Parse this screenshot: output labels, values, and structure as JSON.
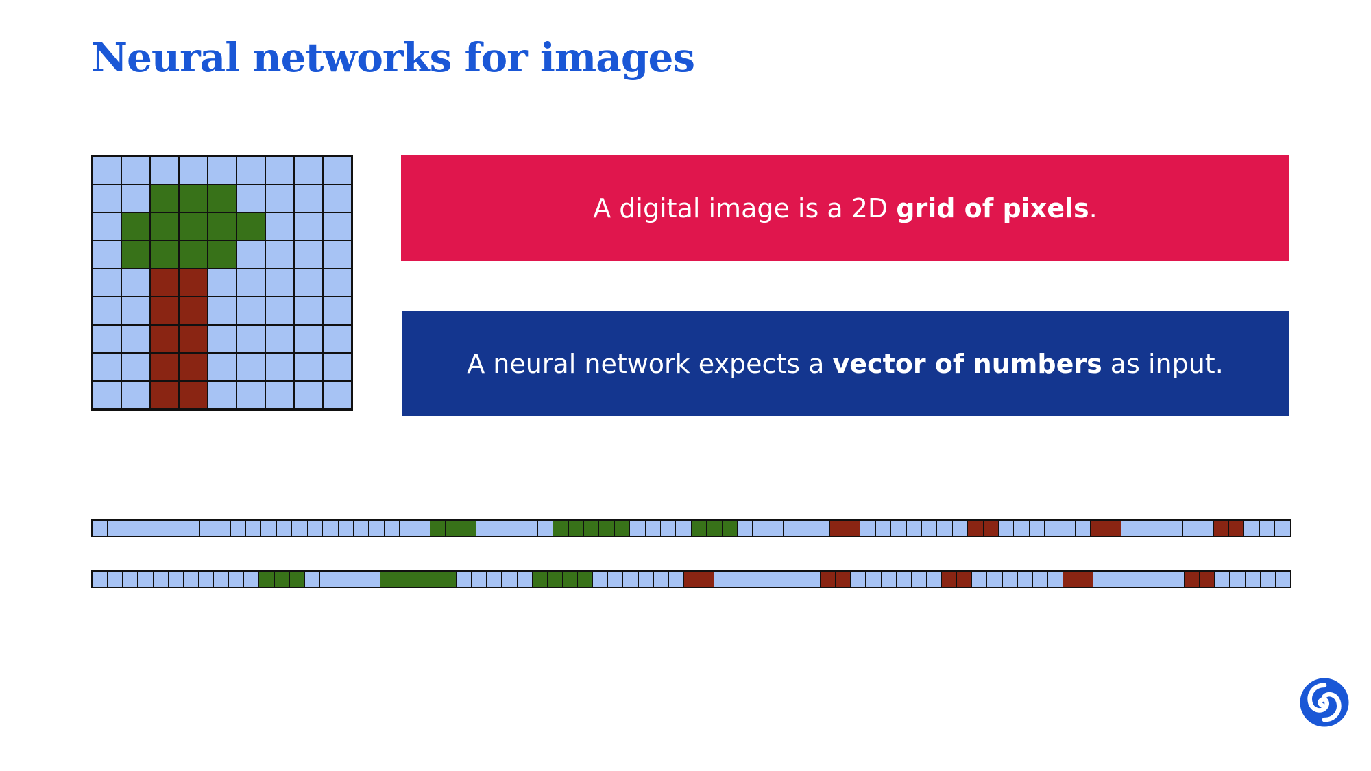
{
  "title": "Neural networks for images",
  "colors": {
    "sky": "#a7c3f4",
    "leaf": "#387219",
    "trunk": "#8a2513",
    "red_banner": "#e0164d",
    "blue_banner": "#14368f",
    "title": "#1a57d6",
    "logo": "#1a57d6"
  },
  "pixel_grid": {
    "rows": [
      [
        "S",
        "S",
        "S",
        "S",
        "S",
        "S",
        "S",
        "S",
        "S"
      ],
      [
        "S",
        "S",
        "L",
        "L",
        "L",
        "S",
        "S",
        "S",
        "S"
      ],
      [
        "S",
        "L",
        "L",
        "L",
        "L",
        "L",
        "S",
        "S",
        "S"
      ],
      [
        "S",
        "L",
        "L",
        "L",
        "L",
        "S",
        "S",
        "S",
        "S"
      ],
      [
        "S",
        "S",
        "T",
        "T",
        "S",
        "S",
        "S",
        "S",
        "S"
      ],
      [
        "S",
        "S",
        "T",
        "T",
        "S",
        "S",
        "S",
        "S",
        "S"
      ],
      [
        "S",
        "S",
        "T",
        "T",
        "S",
        "S",
        "S",
        "S",
        "S"
      ],
      [
        "S",
        "S",
        "T",
        "T",
        "S",
        "S",
        "S",
        "S",
        "S"
      ],
      [
        "S",
        "S",
        "T",
        "T",
        "S",
        "S",
        "S",
        "S",
        "S"
      ]
    ]
  },
  "banner_red": {
    "before": "A digital image is a 2D ",
    "bold": "grid of pixels",
    "after": "."
  },
  "banner_blue": {
    "before": "A neural network expects a ",
    "bold": "vector of numbers",
    "after": " as input."
  },
  "strip_1": {
    "cells": "SSSSSSSSSSSSSSSSSSSSSSLLLSSSSSLLLLLSSSSLLLSSSSSSTTSSSSSSSTTSSSSSSTTSSSSSSTTSSS"
  },
  "strip_2": {
    "cells": "SSSSSSSSSSSLLLSSSSSLLLLLSSSSSLLLLSSSSSSTTSSSSSSSTTSSSSSSTTSSSSSSTTSSSSSSTTSSSSS"
  },
  "logo": {
    "icon": "spiral-logo-icon"
  }
}
